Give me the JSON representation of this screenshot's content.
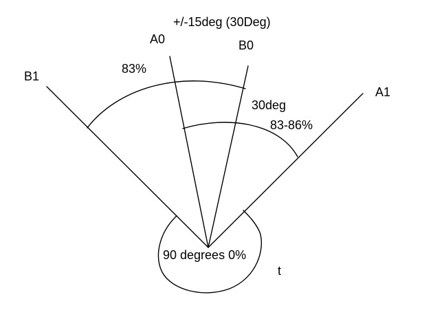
{
  "labels": {
    "range": "+/-15deg (30Deg)",
    "a0": "A0",
    "b0": "B0",
    "b1": "B1",
    "a1": "A1",
    "outer_pct": "83%",
    "inner_angle": "30deg",
    "inner_pct": "83-86%",
    "center": "90 degrees 0%",
    "t": "t"
  }
}
